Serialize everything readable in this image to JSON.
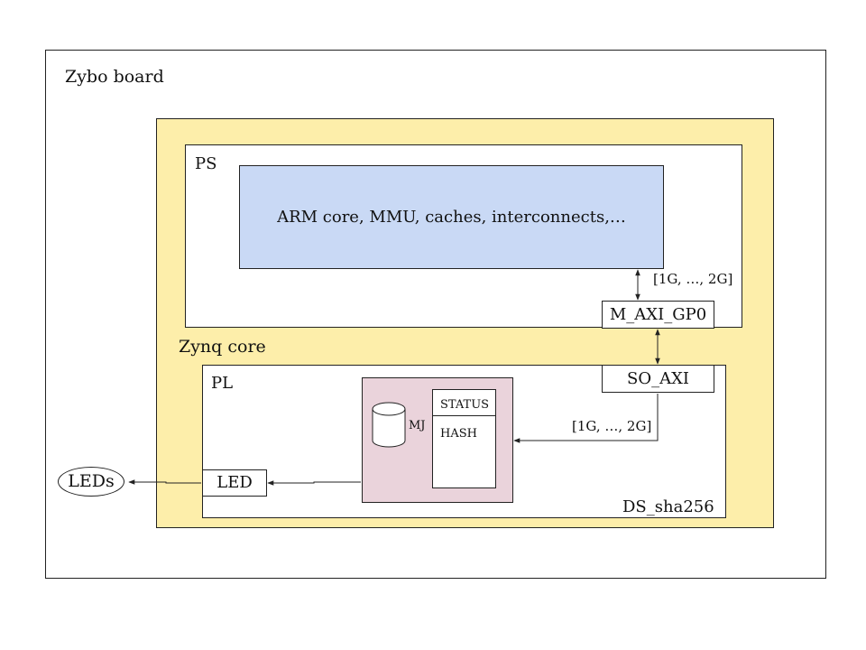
{
  "board": {
    "label": "Zybo board"
  },
  "zynq": {
    "label": "Zynq core"
  },
  "ps": {
    "label": "PS",
    "arm_block": "ARM core, MMU, caches, interconnects,…",
    "port": "M_AXI_GP0",
    "addr_range": "[1G, …, 2G]"
  },
  "pl": {
    "label": "PL",
    "port": "SO_AXI",
    "addr_range": "[1G, …, 2G]",
    "module": {
      "name": "DS_sha256",
      "memory_label": "MJ",
      "reg_status": "STATUS",
      "reg_hash": "HASH"
    },
    "led_block": "LED"
  },
  "external": {
    "leds": "LEDs"
  },
  "colors": {
    "zynq_fill": "#fdeeaa",
    "ps_block_fill": "#c9d9f5",
    "module_fill": "#ead3db"
  }
}
